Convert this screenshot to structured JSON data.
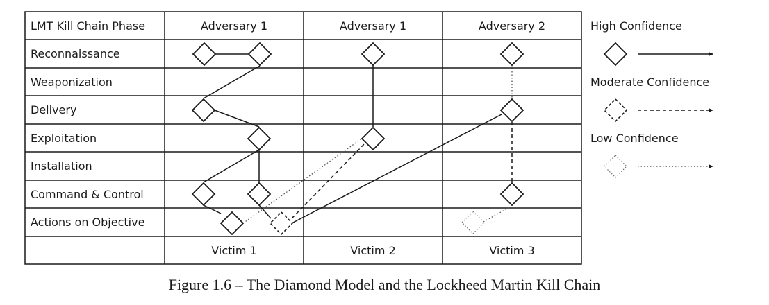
{
  "table": {
    "corner_header": "LMT Kill Chain Phase",
    "column_headers": [
      "Adversary 1",
      "Adversary 1",
      "Adversary 2"
    ],
    "phases": [
      "Reconnaissance",
      "Weaponization",
      "Delivery",
      "Exploitation",
      "Installation",
      "Command & Control",
      "Actions on Objective"
    ],
    "victims": [
      "Victim 1",
      "Victim 2",
      "Victim 3"
    ]
  },
  "legend": {
    "high": "High Confidence",
    "moderate": "Moderate Confidence",
    "low": "Low Confidence"
  },
  "caption": "Figure 1.6 – The Diamond Model and the Lockheed Martin Kill Chain"
}
